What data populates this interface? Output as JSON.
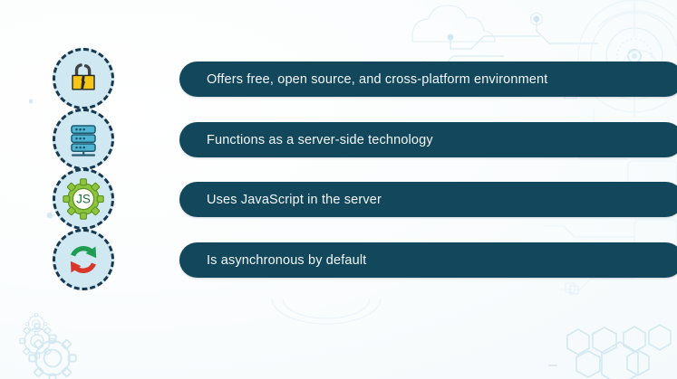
{
  "slide": {
    "title": "Node.js characteristics slide",
    "background_color": "#fbfdfe",
    "accent_color": "#13475c",
    "badge_fill": "#cfe8f1",
    "badge_border": "#17384f"
  },
  "items": [
    {
      "icon": "broken-padlock-icon",
      "icon_colors": {
        "body": "#f5c518",
        "shackle": "#3d3d3d",
        "outline": "#1f1f1f"
      },
      "text": "Offers free, open source, and cross-platform environment"
    },
    {
      "icon": "server-rack-icon",
      "icon_colors": {
        "body": "#3fa9c9",
        "panel": "#2b7f9e",
        "stand": "#2e5b6e"
      },
      "text": "Functions as a server-side technology"
    },
    {
      "icon": "javascript-gear-icon",
      "icon_colors": {
        "gear": "#8cc63f",
        "center": "#ffffff",
        "label": "#1f5c3a"
      },
      "label": "JS",
      "text": "Uses JavaScript in the server"
    },
    {
      "icon": "async-sync-arrows-icon",
      "icon_colors": {
        "arrow_top": "#1f9d55",
        "arrow_bottom": "#d9372b"
      },
      "text": "Is asynchronous by default"
    }
  ],
  "decorations": [
    {
      "name": "cloud-outline",
      "position": "top-center"
    },
    {
      "name": "circuit-traces",
      "position": "top-right"
    },
    {
      "name": "radar-circles",
      "position": "top-right-corner"
    },
    {
      "name": "gears-outline",
      "position": "bottom-left"
    },
    {
      "name": "hexagon-honeycomb",
      "position": "bottom-right"
    }
  ]
}
